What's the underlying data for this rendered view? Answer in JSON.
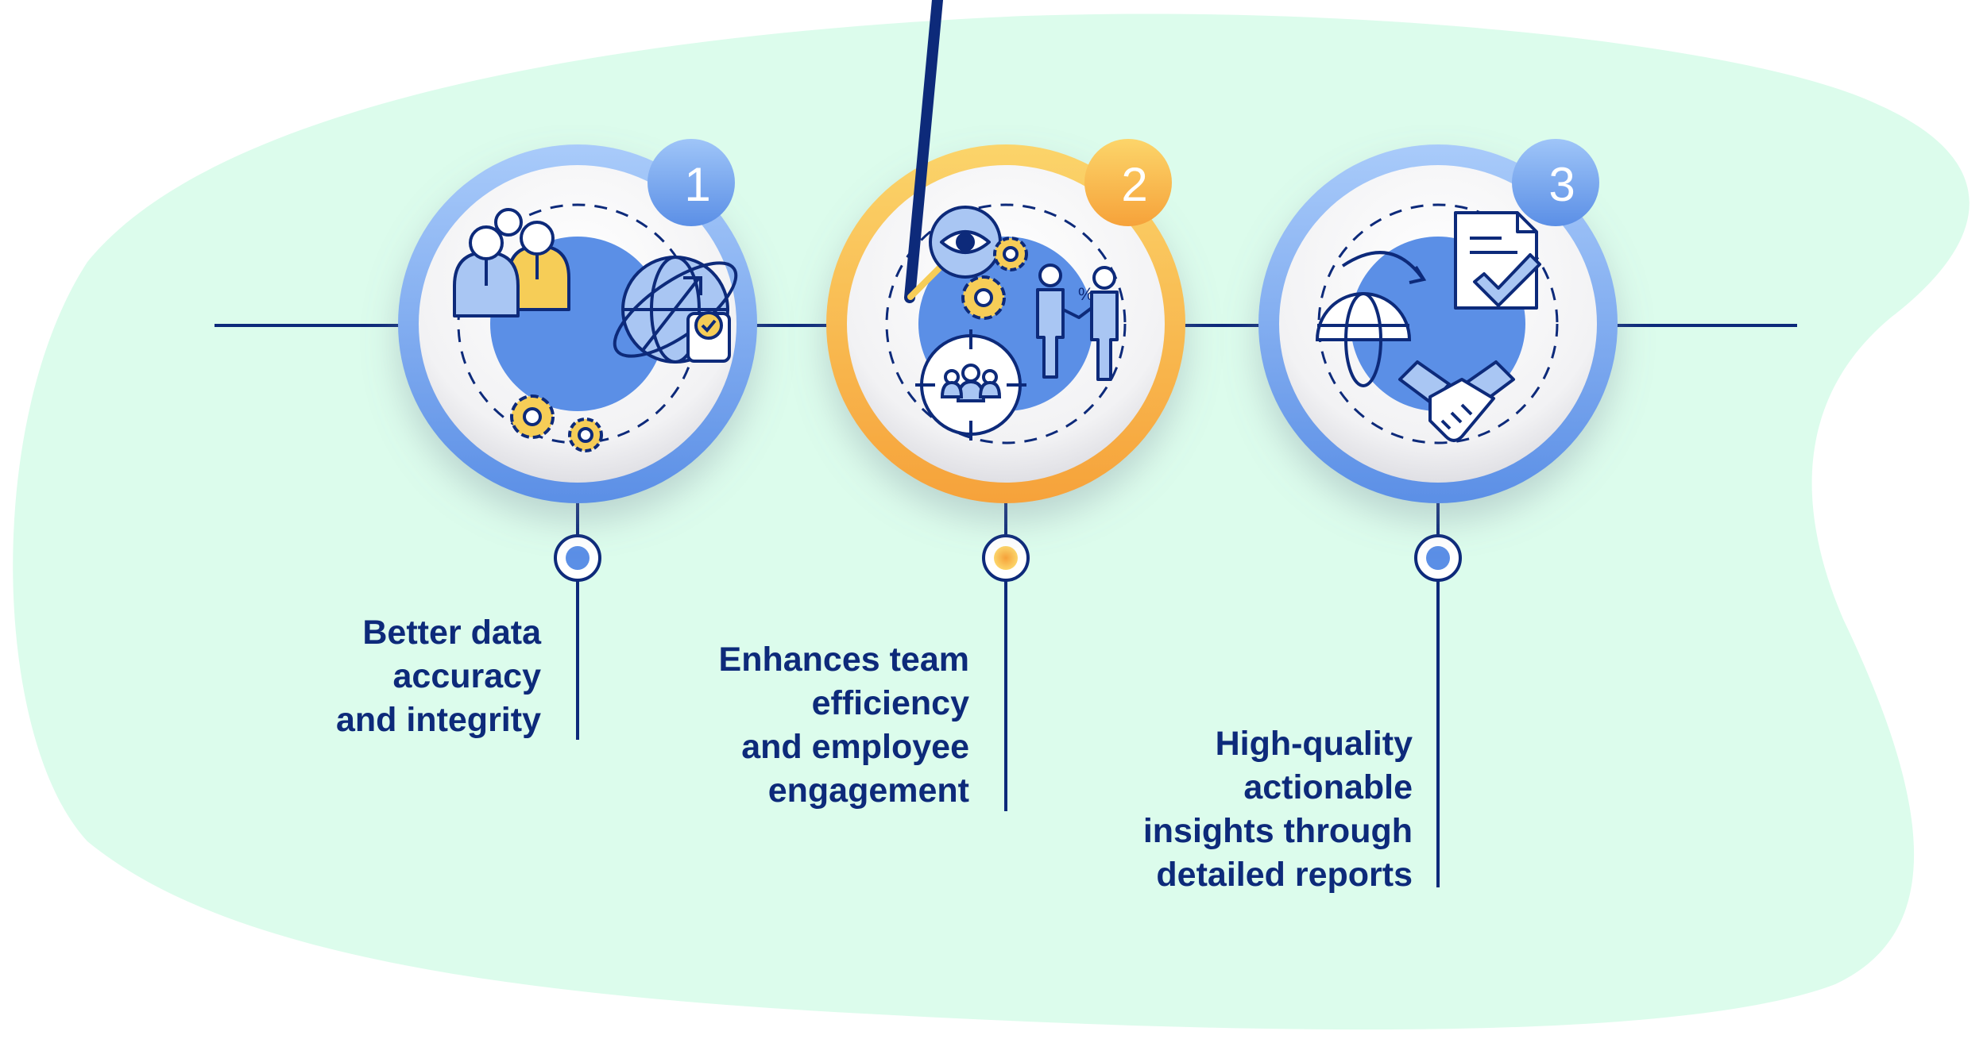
{
  "steps": [
    {
      "number": "1",
      "accent": "#5b8fe6",
      "lines": [
        "Better data",
        "accuracy",
        "and integrity"
      ],
      "icons": [
        "team-people-icon",
        "global-network-icon",
        "gears-icon"
      ]
    },
    {
      "number": "2",
      "accent": "#f6ae3c",
      "lines": [
        "Enhances team",
        "efficiency",
        "and employee",
        "engagement"
      ],
      "icons": [
        "magnifier-eye-icon",
        "gears-icon",
        "business-deal-icon",
        "team-target-icon"
      ]
    },
    {
      "number": "3",
      "accent": "#5b8fe6",
      "lines": [
        "High-quality",
        "actionable",
        "insights through",
        "detailed reports"
      ],
      "icons": [
        "document-check-icon",
        "globe-arrow-icon",
        "handshake-icon"
      ]
    }
  ],
  "colors": {
    "background_blob": "#dcfcec",
    "line": "#0d2a7a",
    "text": "#0d2a7a",
    "blue": "#5b8fe6",
    "yellow": "#f6ae3c",
    "icon_fill_blue": "#a9c6f3",
    "icon_fill_yellow": "#f6cd57"
  }
}
